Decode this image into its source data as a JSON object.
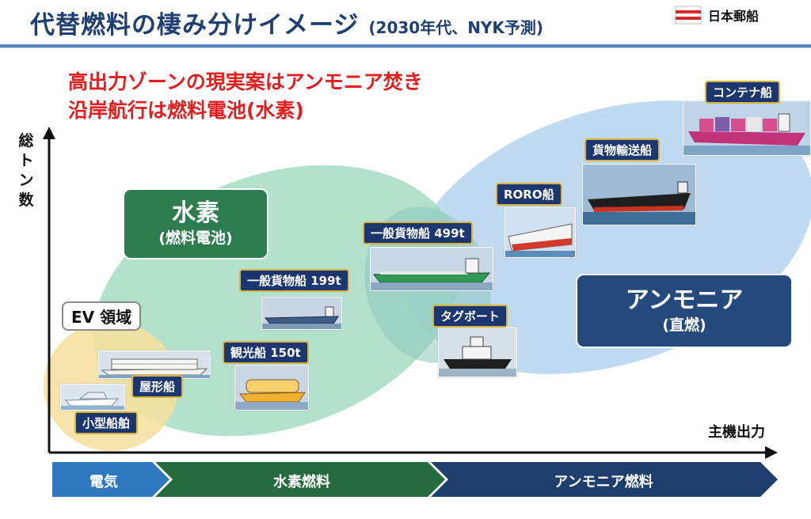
{
  "header": {
    "title": "代替燃料の棲み分けイメージ",
    "subtitle": "(2030年代、NYK予測)",
    "logo_text": "日本郵船"
  },
  "headline": {
    "line1": "高出力ゾーンの現実案はアンモニア焚き",
    "line2": "沿岸航行は燃料電池(水素)"
  },
  "axes": {
    "y_label": "総トン数",
    "x_label": "主機出力"
  },
  "zones": {
    "hydrogen": {
      "title": "水素",
      "sub": "(燃料電池)"
    },
    "ammonia": {
      "title": "アンモニア",
      "sub": "(直燃)"
    },
    "ev": {
      "title": "EV 領域"
    }
  },
  "ships": [
    {
      "id": "small-boat",
      "label": "小型船舶"
    },
    {
      "id": "yakatabune",
      "label": "屋形船"
    },
    {
      "id": "sightseeing",
      "label": "観光船 150t"
    },
    {
      "id": "cargo199",
      "label": "一般貨物船 199t"
    },
    {
      "id": "cargo499",
      "label": "一般貨物船 499t"
    },
    {
      "id": "tugboat",
      "label": "タグボート"
    },
    {
      "id": "roro",
      "label": "RORO船"
    },
    {
      "id": "bulk",
      "label": "貨物輸送船"
    },
    {
      "id": "container",
      "label": "コンテナ船"
    }
  ],
  "fuel_band": {
    "electric": "電気",
    "hydrogen": "水素燃料",
    "ammonia": "アンモニア燃料"
  },
  "colors": {
    "navy": "#1f3f73",
    "red": "#e02020",
    "hydrogen_box": "#2e7d4f",
    "ammonia_box": "#24497c",
    "green_zone": "#a5dcc0",
    "blue_zone": "#b5d3ee",
    "yellow_zone": "#f7e2a2"
  }
}
